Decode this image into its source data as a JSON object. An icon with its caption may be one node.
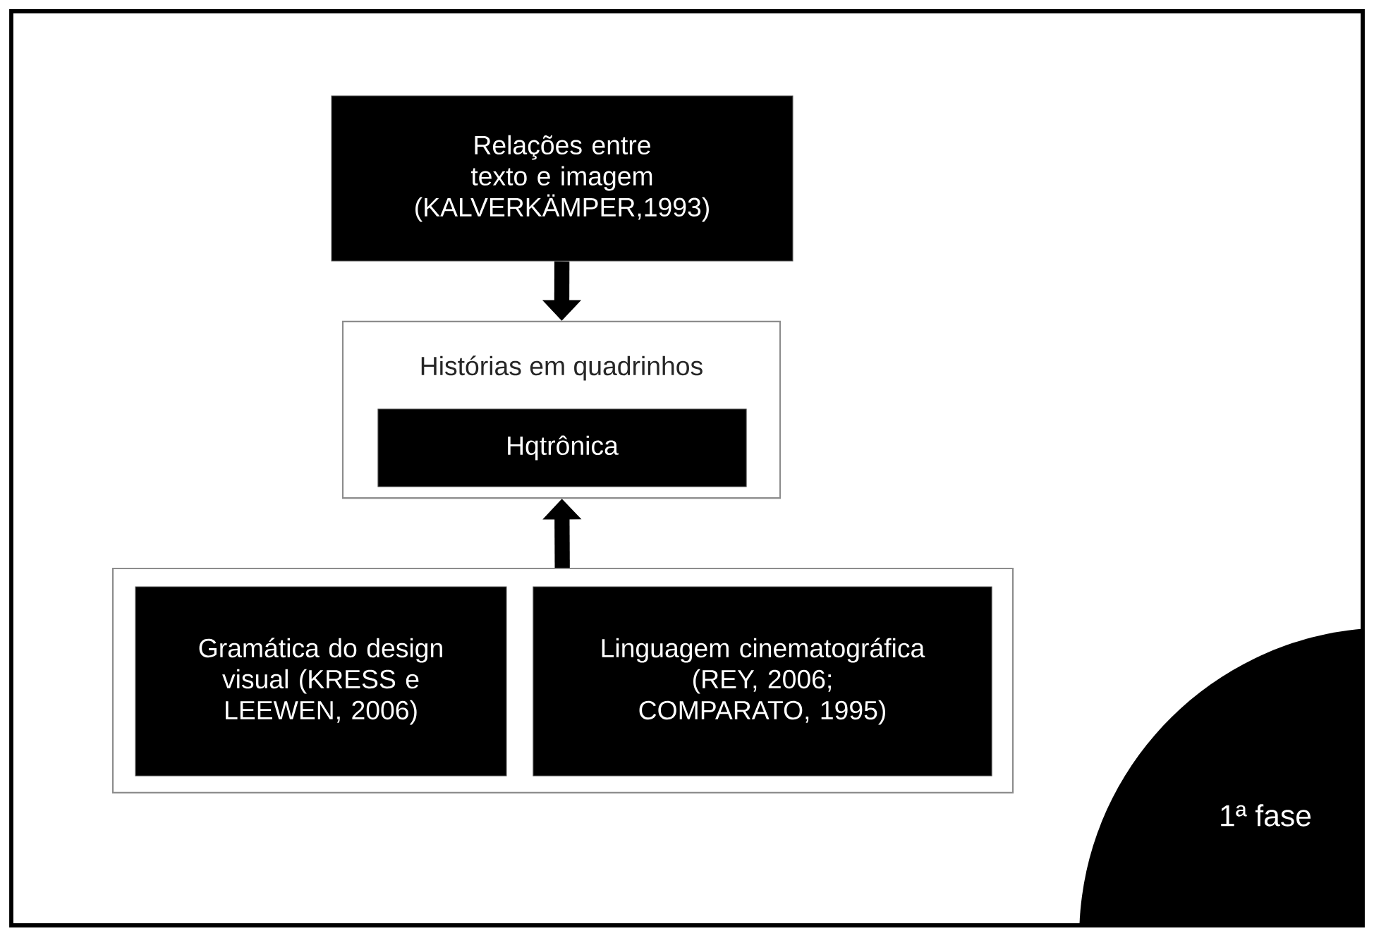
{
  "diagram": {
    "nodes": [
      {
        "text": [
          "Relações entre texto e imagem (KALVERKÄMPER,1993)"
        ]
      },
      {
        "text": [
          "Histórias em quadrinhos"
        ]
      },
      {
        "text": [
          "Hqtrônica"
        ],
        "in": 1
      },
      {
        "text": [],
        "shape": "box"
      },
      {
        "text": [
          "Gramática do design visual (KRESS e LEEWEN, 2006)"
        ],
        "in": 3
      },
      {
        "text": [
          "Linguagem cinematográfica (REY, 2006; COMPARATO, 1995)"
        ],
        "in": 3
      },
      {
        "text": [
          "1ª fase"
        ]
      }
    ],
    "edges": [
      {
        "from": 0,
        "to": 1,
        "arrow": "to"
      },
      {
        "from": 3,
        "to": 1,
        "arrow": "to"
      }
    ]
  }
}
